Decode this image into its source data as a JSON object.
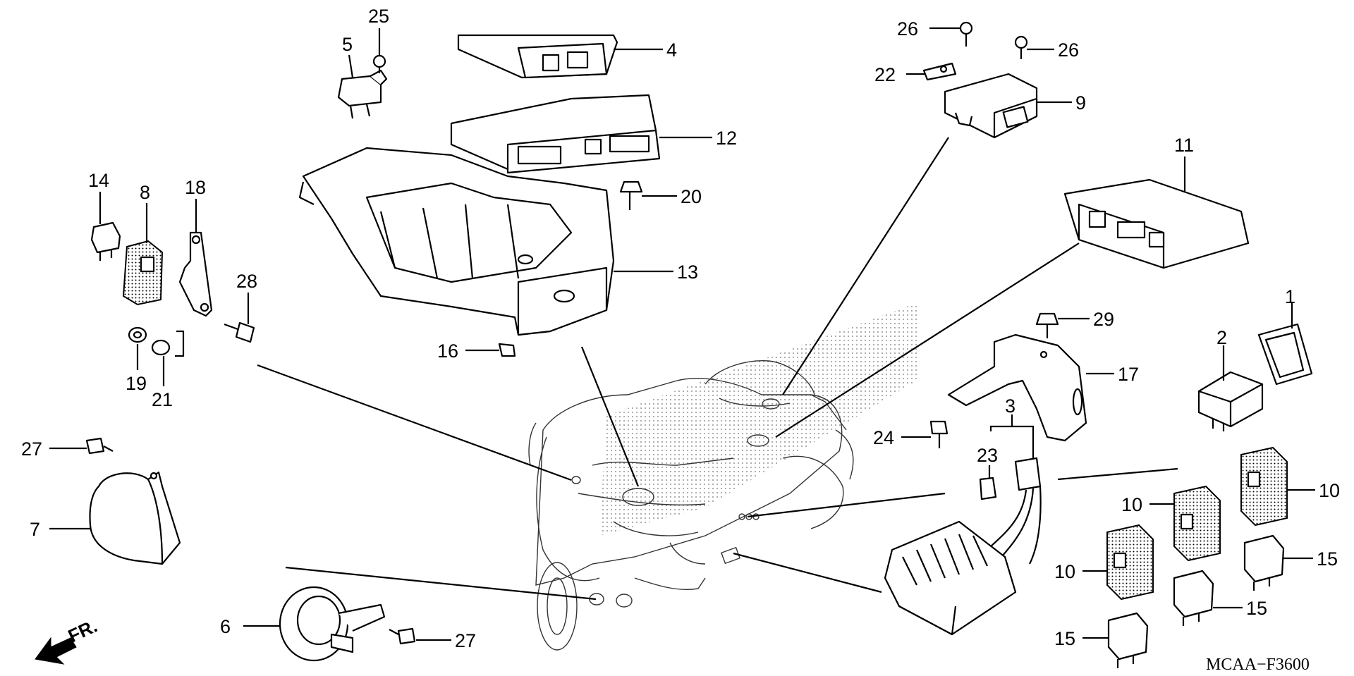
{
  "diagram_code": "MCAA−F3600",
  "direction_label": "FR.",
  "callouts": [
    {
      "id": "c1",
      "label": "1"
    },
    {
      "id": "c2",
      "label": "2"
    },
    {
      "id": "c3",
      "label": "3"
    },
    {
      "id": "c4",
      "label": "4"
    },
    {
      "id": "c5",
      "label": "5"
    },
    {
      "id": "c6",
      "label": "6"
    },
    {
      "id": "c7",
      "label": "7"
    },
    {
      "id": "c8",
      "label": "8"
    },
    {
      "id": "c9",
      "label": "9"
    },
    {
      "id": "c10a",
      "label": "10"
    },
    {
      "id": "c10b",
      "label": "10"
    },
    {
      "id": "c10c",
      "label": "10"
    },
    {
      "id": "c11",
      "label": "11"
    },
    {
      "id": "c12",
      "label": "12"
    },
    {
      "id": "c13",
      "label": "13"
    },
    {
      "id": "c14",
      "label": "14"
    },
    {
      "id": "c15a",
      "label": "15"
    },
    {
      "id": "c15b",
      "label": "15"
    },
    {
      "id": "c15c",
      "label": "15"
    },
    {
      "id": "c16",
      "label": "16"
    },
    {
      "id": "c17",
      "label": "17"
    },
    {
      "id": "c18",
      "label": "18"
    },
    {
      "id": "c19",
      "label": "19"
    },
    {
      "id": "c20",
      "label": "20"
    },
    {
      "id": "c21",
      "label": "21"
    },
    {
      "id": "c22",
      "label": "22"
    },
    {
      "id": "c23",
      "label": "23"
    },
    {
      "id": "c24",
      "label": "24"
    },
    {
      "id": "c25",
      "label": "25"
    },
    {
      "id": "c26a",
      "label": "26"
    },
    {
      "id": "c26b",
      "label": "26"
    },
    {
      "id": "c27a",
      "label": "27"
    },
    {
      "id": "c27b",
      "label": "27"
    },
    {
      "id": "c28",
      "label": "28"
    },
    {
      "id": "c29",
      "label": "29"
    }
  ]
}
